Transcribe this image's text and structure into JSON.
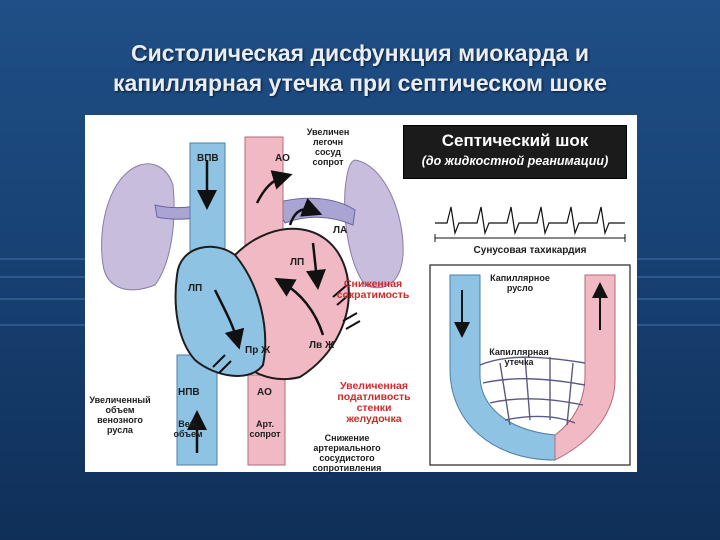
{
  "title": {
    "line1": "Систолическая дисфункция миокарда и",
    "line2": "капиллярная утечка при септическом шоке"
  },
  "box": {
    "line1": "Септический шок",
    "line2": "(до жидкостной реанимации)"
  },
  "labels": {
    "vpv": "ВПВ",
    "ao_top": "АО",
    "lung_resist": [
      "Увеличен",
      "легочн",
      "сосуд",
      "сопрот"
    ],
    "la": "ЛА",
    "lp_upper": "ЛП",
    "lp_left": "ЛП",
    "pr_zh": "Пр Ж",
    "lv_zh": "Лв Ж",
    "npv": "НПВ",
    "ao_bottom": "АО",
    "venous_volume": [
      "Увеличенный",
      "объем",
      "венозного",
      "русла"
    ],
    "ven_volume": [
      "Вен.",
      "объем"
    ],
    "art_resist": [
      "Арт.",
      "сопрот"
    ],
    "reduced_contractility": [
      "Сниженная",
      "сократимость"
    ],
    "increased_compliance": [
      "Увеличенная",
      "податливость",
      "стенки",
      "желудочка"
    ],
    "reduced_resistance": [
      "Снижение",
      "артериального",
      "сосудистого",
      "сопротивления"
    ],
    "sinus_tachy": "Сунусовая тахикардия",
    "capillary_bed": [
      "Капиллярное",
      "русло"
    ],
    "capillary_leak": [
      "Капиллярная",
      "утечка"
    ]
  },
  "colors": {
    "venous_blue": "#8fc3e3",
    "arterial_pink": "#f0b9c3",
    "lung_purple": "#c3b7d8",
    "reduced_red": "#cc2b2b"
  }
}
